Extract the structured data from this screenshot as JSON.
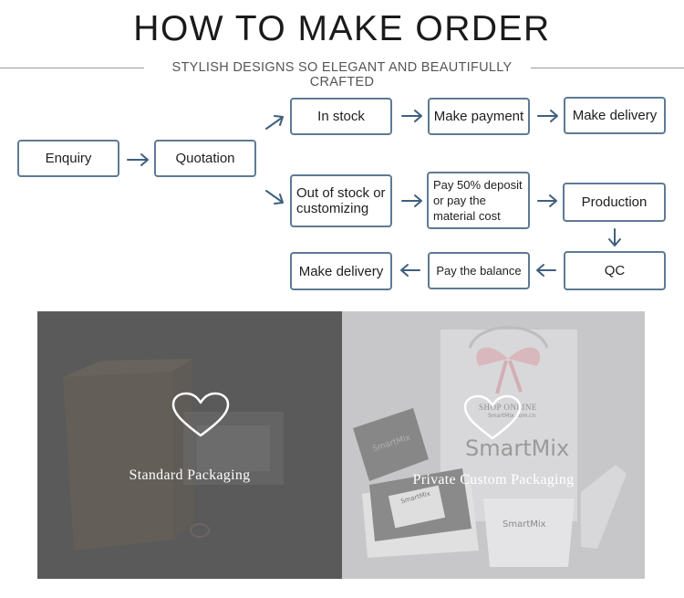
{
  "header": {
    "title": "HOW TO MAKE ORDER",
    "subtitle": "STYLISH DESIGNS SO ELEGANT AND BEAUTIFULLY CRAFTED"
  },
  "flow": {
    "enquiry": "Enquiry",
    "quotation": "Quotation",
    "in_stock": "In stock",
    "make_payment": "Make payment",
    "make_delivery_top": "Make delivery",
    "out_of_stock": "Out of stock or\ncustomizing",
    "pay_deposit": "Pay 50% deposit\nor pay the\nmaterial cost",
    "production": "Production",
    "qc": "QC",
    "pay_balance": "Pay the balance",
    "make_delivery_bottom": "Make delivery"
  },
  "packaging": {
    "standard_label": "Standard Packaging",
    "custom_label": "Private Custom Packaging",
    "shop_online": "SHOP ONLINE",
    "url": "SmartMix.com.cn",
    "brand_large": "SmartMix",
    "brand_box": "SmartMix",
    "brand_cup": "SmartMix",
    "brand_card": "SmartMix"
  },
  "colors": {
    "box_border": "#5d7a94",
    "arrow": "#3f5f7f",
    "left_panel": "#5a5a5a",
    "right_panel": "#c7c7c9"
  },
  "icons": [
    "arrow-right-icon",
    "arrow-diagonal-icon",
    "arrow-down-icon",
    "arrow-left-icon",
    "heart-icon"
  ]
}
